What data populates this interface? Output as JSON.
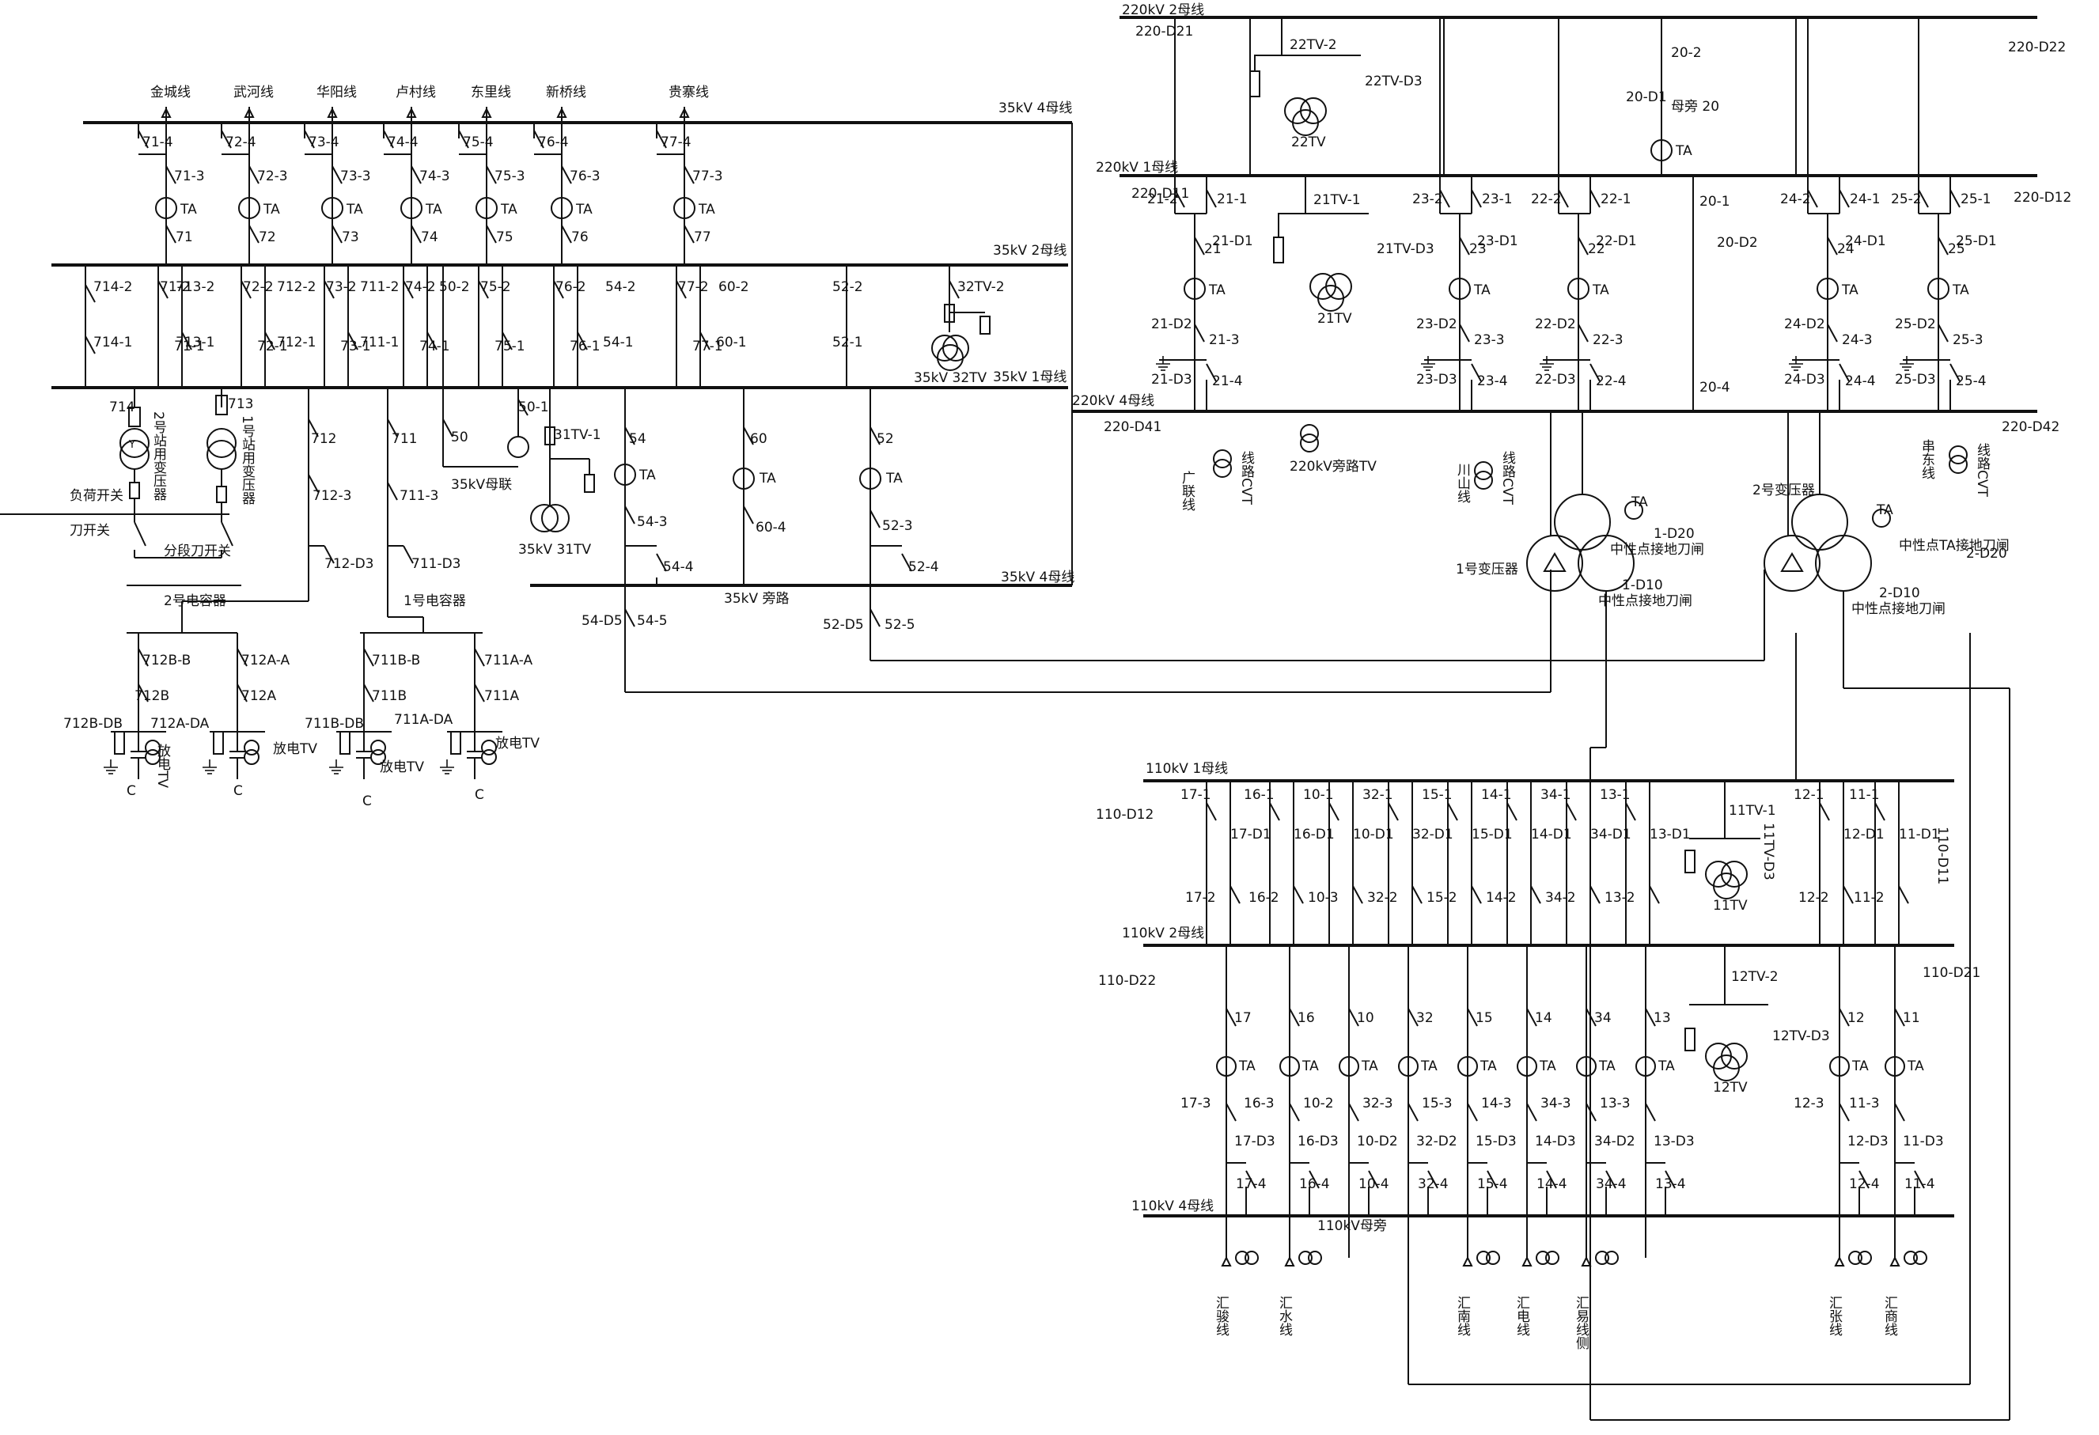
{
  "buses": {
    "kv35_bus4_top": "35kV 4母线",
    "kv35_bus2": "35kV 2母线",
    "kv35_bus1": "35kV 1母线",
    "kv35_bus4_bottom": "35kV 4母线",
    "kv220_bus2": "220kV 2母线",
    "kv220_bus1": "220kV 1母线",
    "kv220_bus4": "220kV 4母线",
    "kv110_bus1": "110kV 1母线",
    "kv110_bus2": "110kV 2母线",
    "kv110_bus4": "110kV 4母线"
  },
  "feeders35": [
    {
      "name": "金城线",
      "s_top": "71-4",
      "s_mid": "71-3",
      "breaker": "71",
      "s_b2": "71-2",
      "s_b1": "71-1"
    },
    {
      "name": "武河线",
      "s_top": "72-4",
      "s_mid": "72-3",
      "breaker": "72",
      "s_b2": "72-2",
      "s_b1": "72-1"
    },
    {
      "name": "华阳线",
      "s_top": "73-4",
      "s_mid": "73-3",
      "breaker": "73",
      "s_b2": "73-2",
      "s_b1": "73-1"
    },
    {
      "name": "卢村线",
      "s_top": "74-4",
      "s_mid": "74-3",
      "breaker": "74",
      "s_b2": "74-2",
      "s_b1": "74-1"
    },
    {
      "name": "东里线",
      "s_top": "75-4",
      "s_mid": "75-3",
      "breaker": "75",
      "s_b2": "75-2",
      "s_b1": "75-1"
    },
    {
      "name": "新桥线",
      "s_top": "76-4",
      "s_mid": "76-3",
      "breaker": "76",
      "s_b2": "76-2",
      "s_b1": "76-1"
    },
    {
      "name": "贵寨线",
      "s_top": "77-4",
      "s_mid": "77-3",
      "breaker": "77",
      "s_b2": "77-2",
      "s_b1": "77-1"
    }
  ],
  "kv35_misc": {
    "s714_2": "714-2",
    "s714_1": "714-1",
    "s713_2": "713-2",
    "s713_1": "713-1",
    "s712_2": "712-2",
    "s712_1": "712-1",
    "s711_2": "711-2",
    "s711_1": "711-1",
    "s50_2": "50-2",
    "s54_2": "54-2",
    "s54_1": "54-1",
    "s60_2": "60-2",
    "s60_1": "60-1",
    "s52_2": "52-2",
    "s52_1": "52-1",
    "tv32_2": "32TV-2",
    "tv32": "35kV 32TV",
    "b714": "714",
    "b713": "713",
    "stt2": "2号站用变压器",
    "stt1": "1号站用变压器",
    "load_switch": "负荷开关",
    "knife_switch": "刀开关",
    "section_knife": "分段刀开关",
    "b712": "712",
    "s712_3": "712-3",
    "s712_d3": "712-D3",
    "b711": "711",
    "s711_3": "711-3",
    "s711_d3": "711-D3",
    "cap2": "2号电容器",
    "cap1": "1号电容器",
    "s50_1": "50-1",
    "b50": "50",
    "bus_tie": "35kV母联",
    "tv31_1": "31TV-1",
    "tv31": "35kV 31TV",
    "b54": "54",
    "s54_3": "54-3",
    "s54_4": "54-4",
    "s54_5": "54-5",
    "s54_d5": "54-D5",
    "b60": "60",
    "s60_4": "60-4",
    "bypass35": "35kV 旁路",
    "b52": "52",
    "s52_3": "52-3",
    "s52_4": "52-4",
    "s52_5": "52-5",
    "s52_d5": "52-D5",
    "ta": "TA"
  },
  "capacitors": {
    "s712b_b": "712B-B",
    "s712a_a": "712A-A",
    "s711b_b": "711B-B",
    "s711a_a": "711A-A",
    "b712b": "712B",
    "b712a": "712A",
    "b711b": "711B",
    "b711a": "711A",
    "d712b": "712B-DB",
    "d712a": "712A-DA",
    "d711b": "711B-DB",
    "d711a": "711A-DA",
    "discharge_tv": "放电TV",
    "cap_c": "C"
  },
  "kv220": {
    "d21": "220-D21",
    "d22": "220-D22",
    "tv22_2": "22TV-2",
    "tv22_d3": "22TV-D3",
    "tv22": "22TV",
    "s20_2": "20-2",
    "s20_d1": "20-D1",
    "bypass20": "母旁 20",
    "d11": "220-D11",
    "d12": "220-D12",
    "s21_2": "21-2",
    "s21_1": "21-1",
    "b21": "21",
    "s21_d1": "21-D1",
    "s21_d2": "21-D2",
    "s21_3": "21-3",
    "s21_d3": "21-D3",
    "s21_4": "21-4",
    "tv21_1": "21TV-1",
    "tv21_d3": "21TV-D3",
    "tv21": "21TV",
    "s23_2": "23-2",
    "s23_1": "23-1",
    "b23": "23",
    "s23_d1": "23-D1",
    "s23_d2": "23-D2",
    "s23_3": "23-3",
    "s23_d3": "23-D3",
    "s23_4": "23-4",
    "s22_2": "22-2",
    "s22_1": "22-1",
    "b22": "22",
    "s22_d1": "22-D1",
    "s22_d2": "22-D2",
    "s22_3": "22-3",
    "s22_d3": "22-D3",
    "s22_4": "22-4",
    "s20_1": "20-1",
    "s20_d2": "20-D2",
    "s20_4": "20-4",
    "s24_2": "24-2",
    "s24_1": "24-1",
    "b24": "24",
    "s24_d1": "24-D1",
    "s24_d2": "24-D2",
    "s24_3": "24-3",
    "s24_d3": "24-D3",
    "s24_4": "24-4",
    "s25_2": "25-2",
    "s25_1": "25-1",
    "b25": "25",
    "s25_d1": "25-D1",
    "s25_d2": "25-D2",
    "s25_3": "25-3",
    "s25_d3": "25-D3",
    "s25_4": "25-4",
    "d41": "220-D41",
    "d42": "220-D42",
    "guanglian": "广联线",
    "line_cvt": "线路CVT",
    "bypass_tv": "220kV旁路TV",
    "chuanshan": "川山线",
    "chuandong": "串东线",
    "tr1": "1号变压器",
    "tr2": "2号变压器",
    "d1_20": "1-D20",
    "d1_10": "1-D10",
    "d2_20": "2-D20",
    "d2_10": "2-D10",
    "neutral_ground": "中性点接地刀闸",
    "neutral_ta": "中性点TA接地刀闸",
    "ta": "TA"
  },
  "kv110": {
    "d12": "110-D12",
    "d11": "110-D11",
    "d22": "110-D22",
    "d21": "110-D21",
    "bypass": "110kV母旁",
    "tv11_1": "11TV-1",
    "tv11_d3": "11TV-D3",
    "tv11": "11TV",
    "tv12_2": "12TV-2",
    "tv12_d3": "12TV-D3",
    "tv12": "12TV",
    "ta": "TA",
    "feeders": [
      {
        "id": "17",
        "s1": "17-1",
        "d1": "17-D1",
        "s2": "17-2",
        "b": "17",
        "s3": "17-3",
        "d3": "17-D3",
        "s4": "17-4",
        "name": "汇骏线"
      },
      {
        "id": "16",
        "s1": "16-1",
        "d1": "16-D1",
        "s2": "16-2",
        "b": "16",
        "s3": "16-3",
        "d3": "16-D3",
        "s4": "16-4",
        "name": "汇水线"
      },
      {
        "id": "10",
        "s1": "10-1",
        "d1": "10-D1",
        "s2": "10-3",
        "b": "10",
        "s3": "10-2",
        "d3": "10-D2",
        "s4": "10-4",
        "name": ""
      },
      {
        "id": "32",
        "s1": "32-1",
        "d1": "32-D1",
        "s2": "32-2",
        "b": "32",
        "s3": "32-3",
        "d3": "32-D2",
        "s4": "32-4",
        "name": ""
      },
      {
        "id": "15",
        "s1": "15-1",
        "d1": "15-D1",
        "s2": "15-2",
        "b": "15",
        "s3": "15-3",
        "d3": "15-D3",
        "s4": "15-4",
        "name": "汇南线"
      },
      {
        "id": "14",
        "s1": "14-1",
        "d1": "14-D1",
        "s2": "14-2",
        "b": "14",
        "s3": "14-3",
        "d3": "14-D3",
        "s4": "14-4",
        "name": "汇电线"
      },
      {
        "id": "34",
        "s1": "34-1",
        "d1": "34-D1",
        "s2": "34-2",
        "b": "34",
        "s3": "34-3",
        "d3": "34-D2",
        "s4": "34-4",
        "name": "汇易线侧"
      },
      {
        "id": "13",
        "s1": "13-1",
        "d1": "13-D1",
        "s2": "13-2",
        "b": "13",
        "s3": "13-3",
        "d3": "13-D3",
        "s4": "13-4",
        "name": ""
      },
      {
        "id": "12",
        "s1": "12-1",
        "d1": "12-D1",
        "s2": "12-2",
        "b": "12",
        "s3": "12-3",
        "d3": "12-D3",
        "s4": "12-4",
        "name": "汇张线"
      },
      {
        "id": "11",
        "s1": "11-1",
        "d1": "11-D1",
        "s2": "11-2",
        "b": "11",
        "s3": "11-3",
        "d3": "11-D3",
        "s4": "11-4",
        "name": "汇商线"
      }
    ]
  }
}
